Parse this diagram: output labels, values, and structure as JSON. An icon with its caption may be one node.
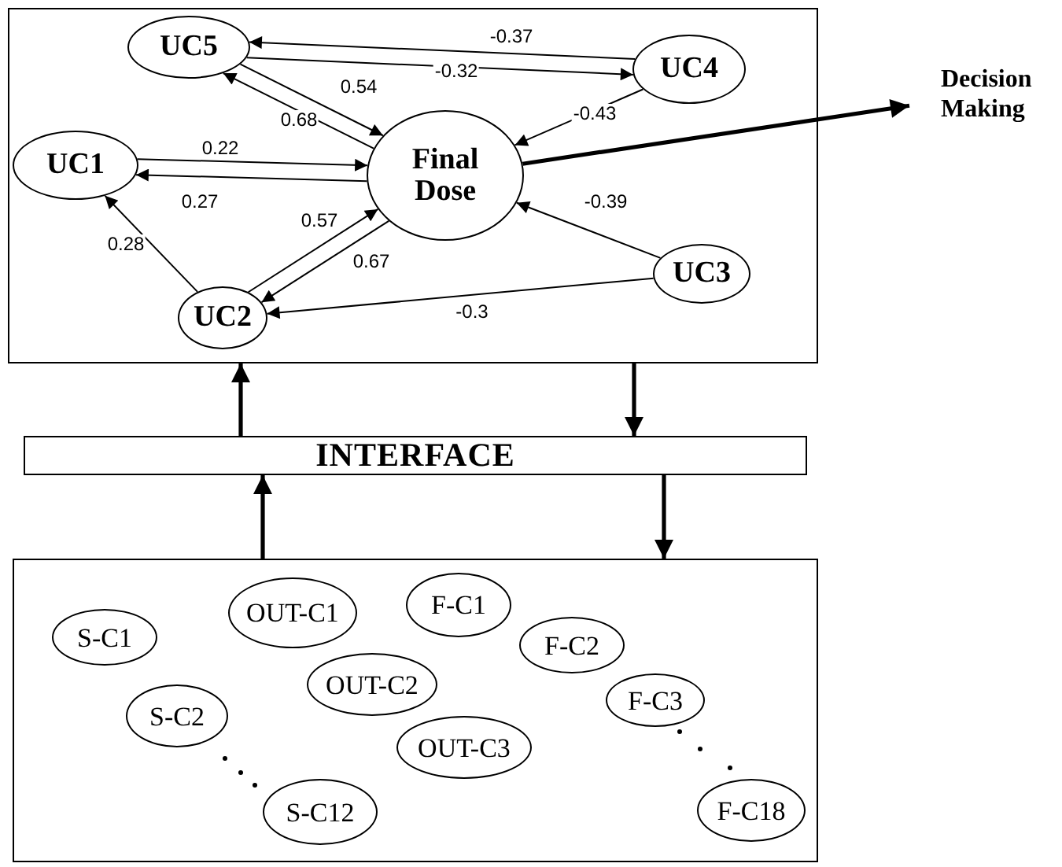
{
  "diagram": {
    "nodes": [
      {
        "text": [],
        "shape": "box"
      },
      {
        "text": [
          "UC5"
        ],
        "in": 0
      },
      {
        "text": [
          "UC4"
        ],
        "in": 0
      },
      {
        "text": [
          "UC1"
        ],
        "in": 0
      },
      {
        "text": [
          "Final Dose"
        ],
        "in": 0
      },
      {
        "text": [
          "UC3"
        ],
        "in": 0
      },
      {
        "text": [
          "UC2"
        ],
        "in": 0
      },
      {
        "text": [
          "Decision Making"
        ]
      },
      {
        "text": [
          "INTERFACE"
        ]
      },
      {
        "text": [],
        "shape": "box"
      },
      {
        "text": [
          "OUT-C1"
        ],
        "in": 9
      },
      {
        "text": [
          "F-C1"
        ],
        "in": 9
      },
      {
        "text": [
          "S-C1"
        ],
        "in": 9
      },
      {
        "text": [
          "F-C2"
        ],
        "in": 9
      },
      {
        "text": [
          "OUT-C2"
        ],
        "in": 9
      },
      {
        "text": [
          "F-C3"
        ],
        "in": 9
      },
      {
        "text": [
          "S-C2"
        ],
        "in": 9
      },
      {
        "text": [
          "OUT-C3"
        ],
        "in": 9
      },
      {
        "text": [
          "S-C12"
        ],
        "in": 9
      },
      {
        "text": [
          "F-C18"
        ],
        "in": 9
      }
    ],
    "edges": [
      {
        "from": 2,
        "to": 1,
        "arrow": "to",
        "label": "-0.37"
      },
      {
        "from": 1,
        "to": 2,
        "arrow": "to",
        "label": "-0.32"
      },
      {
        "from": 1,
        "to": 4,
        "arrow": "to",
        "label": "0.54"
      },
      {
        "from": 4,
        "to": 1,
        "arrow": "to",
        "label": "0.68"
      },
      {
        "from": 2,
        "to": 4,
        "arrow": "to",
        "label": "-0.43"
      },
      {
        "from": 3,
        "to": 4,
        "arrow": "to",
        "label": "0.22"
      },
      {
        "from": 4,
        "to": 3,
        "arrow": "to",
        "label": "0.27"
      },
      {
        "from": 6,
        "to": 3,
        "arrow": "to",
        "label": "0.28"
      },
      {
        "from": 6,
        "to": 4,
        "arrow": "to",
        "label": "0.57"
      },
      {
        "from": 4,
        "to": 6,
        "arrow": "to",
        "label": "0.67"
      },
      {
        "from": 5,
        "to": 4,
        "arrow": "to",
        "label": "-0.39"
      },
      {
        "from": 5,
        "to": 6,
        "arrow": "to",
        "label": "-0.3"
      },
      {
        "from": 4,
        "to": 7,
        "arrow": "to",
        "style": "thick"
      },
      {
        "from": 8,
        "to": 0,
        "arrow": "to",
        "style": "thick"
      },
      {
        "from": 0,
        "to": 8,
        "arrow": "to",
        "style": "thick"
      },
      {
        "from": 9,
        "to": 8,
        "arrow": "to",
        "style": "thick"
      },
      {
        "from": 8,
        "to": 9,
        "arrow": "to",
        "style": "thick"
      }
    ]
  }
}
